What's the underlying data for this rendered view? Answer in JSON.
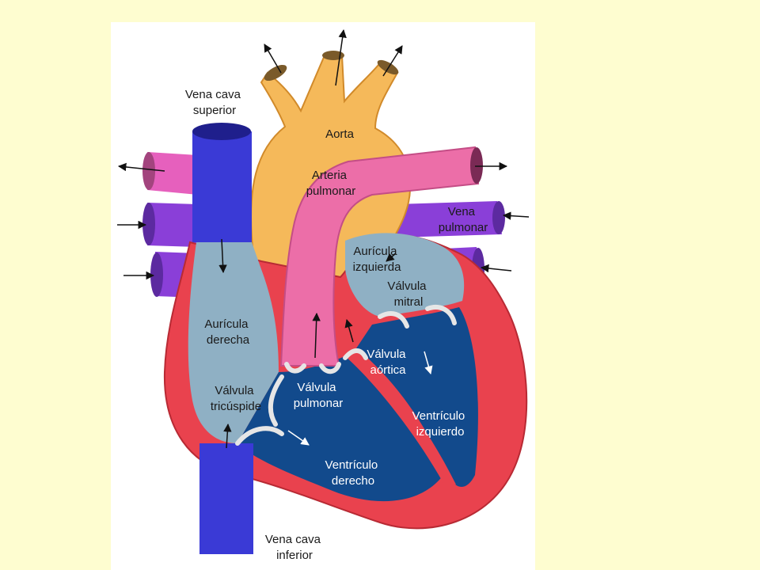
{
  "labels": {
    "vena_cava_superior": [
      "Vena cava",
      "superior"
    ],
    "aorta": [
      "Aorta"
    ],
    "arteria_pulmonar": [
      "Arteria",
      "pulmonar"
    ],
    "vena_pulmonar": [
      "Vena",
      "pulmonar"
    ],
    "auricula_izquierda": [
      "Aurícula",
      "izquierda"
    ],
    "valvula_mitral": [
      "Válvula",
      "mitral"
    ],
    "auricula_derecha": [
      "Aurícula",
      "derecha"
    ],
    "valvula_aortica": [
      "Válvula",
      "aórtica"
    ],
    "valvula_pulmonar": [
      "Válvula",
      "pulmonar"
    ],
    "valvula_tricuspide": [
      "Válvula",
      "tricúspide"
    ],
    "ventriculo_izquierdo": [
      "Ventrículo",
      "izquierdo"
    ],
    "ventriculo_derecho": [
      "Ventrículo",
      "derecho"
    ],
    "vena_cava_inferior": [
      "Vena cava",
      "inferior"
    ]
  },
  "colors": {
    "background": "#fefdd0",
    "panel": "#ffffff",
    "aorta": "#f5b95a",
    "pulmonary_artery": "#ec6ea8",
    "vena_cava": "#3a3ad6",
    "pulmonary_vein": "#8a3fd8",
    "myocardium": "#e9424e",
    "atria": "#8fb0c4",
    "ventricles": "#124a8c",
    "valves": "#e6e6e6"
  }
}
